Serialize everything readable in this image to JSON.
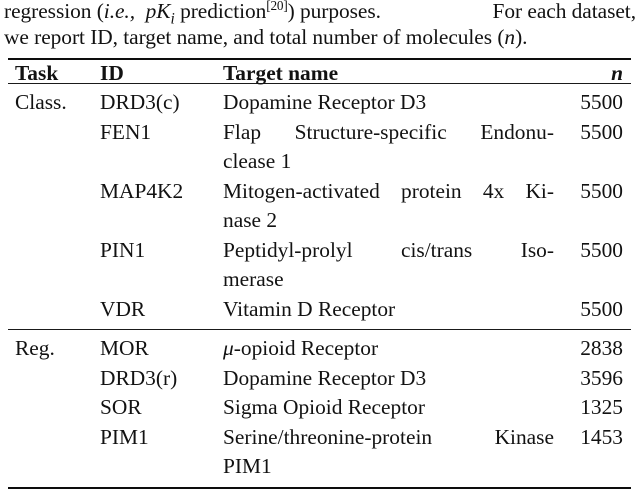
{
  "caption": {
    "line1_pre": "regression (",
    "line1_ie": "i.e.,",
    "line1_math_p": "pK",
    "line1_math_sub": "i",
    "line1_pred": "prediction",
    "line1_ref": "[20]",
    "line1_post": ") purposes.",
    "line1_tail": "For each dataset,",
    "line2": "we report ID, target name, and total number of molecules (n)."
  },
  "table": {
    "headers": {
      "task": "Task",
      "id": "ID",
      "target_name": "Target name",
      "n": "n"
    },
    "sections": [
      {
        "task": "Class.",
        "rows": [
          {
            "id": "DRD3(c)",
            "target_line1": "Dopamine Receptor D3",
            "target_line2": "",
            "justify": false,
            "n": "5500"
          },
          {
            "id": "FEN1",
            "target_line1": "Flap Structure-specific Endonu-",
            "target_w1": "Flap",
            "target_w2": "Structure-specific",
            "target_w3": "Endonu-",
            "target_line2": "clease 1",
            "justify": true,
            "n": "5500"
          },
          {
            "id": "MAP4K2",
            "target_line1": "Mitogen-activated protein 4x Ki-",
            "target_w1": "Mitogen-activated",
            "target_w2": "protein",
            "target_w3": "4x",
            "target_w4": "Ki-",
            "target_line2": "nase 2",
            "justify": true,
            "n": "5500"
          },
          {
            "id": "PIN1",
            "target_line1": "Peptidyl-prolyl cis/trans Iso-",
            "target_w1": "Peptidyl-prolyl",
            "target_w2": "cis/trans",
            "target_w3": "Iso-",
            "target_line2": "merase",
            "justify": true,
            "n": "5500"
          },
          {
            "id": "VDR",
            "target_line1": "Vitamin D Receptor",
            "target_line2": "",
            "justify": false,
            "n": "5500"
          }
        ]
      },
      {
        "task": "Reg.",
        "rows": [
          {
            "id": "MOR",
            "target_mu": "μ",
            "target_line1": "-opioid Receptor",
            "target_line2": "",
            "justify": false,
            "n": "2838"
          },
          {
            "id": "DRD3(r)",
            "target_line1": "Dopamine Receptor D3",
            "target_line2": "",
            "justify": false,
            "n": "3596"
          },
          {
            "id": "SOR",
            "target_line1": "Sigma Opioid Receptor",
            "target_line2": "",
            "justify": false,
            "n": "1325"
          },
          {
            "id": "PIM1",
            "target_line1": "Serine/threonine-protein Kinase",
            "target_w1": "Serine/threonine-protein",
            "target_w2": "Kinase",
            "target_line2": "PIM1",
            "justify": true,
            "n": "1453"
          }
        ]
      }
    ]
  }
}
